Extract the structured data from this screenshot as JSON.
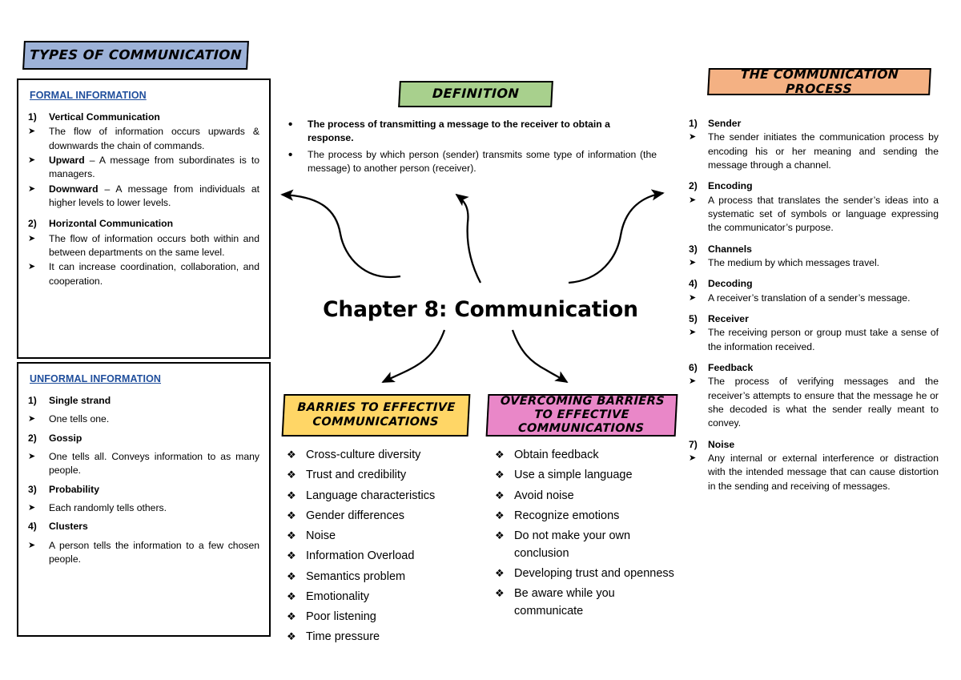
{
  "document": {
    "center_title": "Chapter 8: Communication"
  },
  "colors": {
    "types_header": "#9DB2D8",
    "definition_header": "#A8D08D",
    "process_header": "#F4B183",
    "barriers_header": "#FFD666",
    "overcoming_header": "#E987C8",
    "heading_blue": "#1F4E9C"
  },
  "types_panel": {
    "header": "TYPES OF COMMUNICATION",
    "formal": {
      "heading": "FORMAL INFORMATION",
      "items": [
        {
          "marker": "1)",
          "type": "num",
          "text": "Vertical Communication"
        },
        {
          "marker": "➤",
          "type": "arrow",
          "text": "The flow of information occurs upwards & downwards the chain of commands."
        },
        {
          "marker": "➤",
          "type": "arrow",
          "text": "Upward – A message from subordinates is to managers.",
          "bold_lead": "Upward"
        },
        {
          "marker": "➤",
          "type": "arrow",
          "text": "Downward – A message from individuals at higher levels to lower levels.",
          "bold_lead": "Downward"
        },
        {
          "marker": "2)",
          "type": "num",
          "text": "Horizontal Communication"
        },
        {
          "marker": "➤",
          "type": "arrow",
          "text": "The flow of information occurs both within and between departments on the same level."
        },
        {
          "marker": "➤",
          "type": "arrow",
          "text": "It can increase coordination, collaboration, and cooperation."
        }
      ]
    },
    "unformal": {
      "heading": "UNFORMAL INFORMATION",
      "items": [
        {
          "marker": "1)",
          "type": "num",
          "text": "Single strand"
        },
        {
          "marker": "➤",
          "type": "arrow",
          "text": "One tells one."
        },
        {
          "marker": "2)",
          "type": "num",
          "text": "Gossip"
        },
        {
          "marker": "➤",
          "type": "arrow",
          "text": "One tells all. Conveys information to as many people."
        },
        {
          "marker": "3)",
          "type": "num",
          "text": "Probability"
        },
        {
          "marker": "➤",
          "type": "arrow",
          "text": "Each randomly tells others."
        },
        {
          "marker": "4)",
          "type": "num",
          "text": "Clusters"
        },
        {
          "marker": "➤",
          "type": "arrow",
          "text": "A person tells the information to a few chosen people."
        }
      ]
    }
  },
  "definition": {
    "header": "DEFINITION",
    "bullets": [
      {
        "marker": "•",
        "text": "The process of transmitting a message to the receiver to obtain a response.",
        "bold": true
      },
      {
        "marker": "•",
        "text": "The process by which person (sender) transmits some type of information (the message) to another person (receiver).",
        "bold": false
      }
    ]
  },
  "process": {
    "header": "THE COMMUNICATION PROCESS",
    "items": [
      {
        "marker": "1)",
        "type": "num",
        "text": "Sender"
      },
      {
        "marker": "➤",
        "type": "arrow",
        "text": "The sender initiates the communication process by encoding his or her meaning and sending the message through a channel."
      },
      {
        "marker": "2)",
        "type": "num",
        "text": "Encoding"
      },
      {
        "marker": "➤",
        "type": "arrow",
        "text": "A process that translates the sender’s ideas into a systematic set of symbols or language expressing the communicator’s purpose."
      },
      {
        "marker": "3)",
        "type": "num",
        "text": "Channels"
      },
      {
        "marker": "➤",
        "type": "arrow",
        "text": "The medium by which messages travel."
      },
      {
        "marker": "4)",
        "type": "num",
        "text": "Decoding"
      },
      {
        "marker": "➤",
        "type": "arrow",
        "text": "A receiver’s translation of a sender’s message."
      },
      {
        "marker": "5)",
        "type": "num",
        "text": "Receiver"
      },
      {
        "marker": "➤",
        "type": "arrow",
        "text": "The receiving person or group must take a sense of the information received."
      },
      {
        "marker": "6)",
        "type": "num",
        "text": "Feedback"
      },
      {
        "marker": "➤",
        "type": "arrow",
        "text": "The process of verifying messages and the receiver’s attempts to ensure that the message he or she decoded is what the sender really meant to convey."
      },
      {
        "marker": "7)",
        "type": "num",
        "text": "Noise"
      },
      {
        "marker": "➤",
        "type": "arrow",
        "text": "Any internal or external interference or distraction with the intended message that can cause distortion in the sending and receiving of messages."
      }
    ]
  },
  "barriers": {
    "header": "BARRIES TO EFFECTIVE COMMUNICATIONS",
    "bullet_glyph": "❖",
    "items": [
      "Cross-culture diversity",
      "Trust and credibility",
      "Language characteristics",
      "Gender differences",
      "Noise",
      "Information Overload",
      "Semantics problem",
      "Emotionality",
      "Poor listening",
      "Time pressure"
    ]
  },
  "overcoming": {
    "header": "OVERCOMING BARRIERS TO EFFECTIVE COMMUNICATIONS",
    "bullet_glyph": "❖",
    "items": [
      "Obtain feedback",
      "Use a simple language",
      "Avoid noise",
      "Recognize emotions",
      "Do not make your own conclusion",
      "Developing trust and openness",
      "Be aware while you communicate"
    ]
  }
}
